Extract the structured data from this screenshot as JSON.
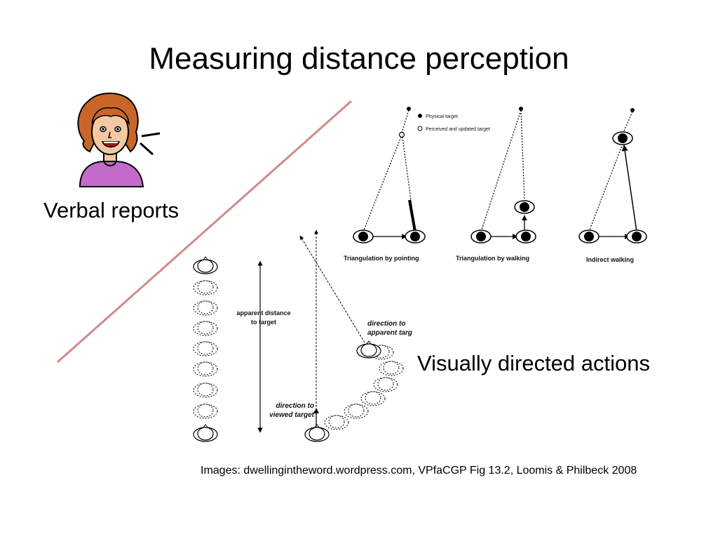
{
  "slide": {
    "title": "Measuring distance perception",
    "verbal_label": "Verbal reports",
    "visual_label": "Visually directed actions",
    "credit": "Images: dwellingintheword.wordpress.com, VPfaCGP Fig 13.2, Loomis & Philbeck 2008"
  },
  "triangulation_figure": {
    "legend": {
      "physical": "Physical target",
      "perceived": "Perceived and updated target"
    },
    "panels": [
      "Triangulation by pointing",
      "Triangulation by walking",
      "Indirect walking"
    ]
  },
  "walking_figure": {
    "apparent_distance": [
      "apparent distance",
      "to target"
    ],
    "direction_apparent": [
      "direction to",
      "apparent target"
    ],
    "direction_viewed": [
      "direction to",
      "viewed target"
    ]
  },
  "colors": {
    "divider": "#d08a88",
    "shirt": "#c46bc9",
    "hair": "#c8662a",
    "skin": "#f4c8a3"
  }
}
